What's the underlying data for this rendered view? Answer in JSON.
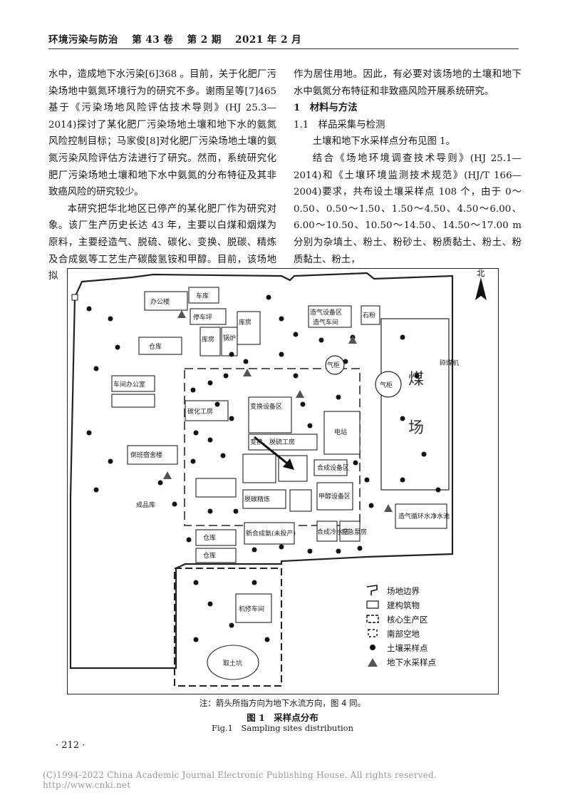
{
  "header": {
    "journal": "环境污染与防治",
    "volume": "第 43 卷",
    "issue": "第 2 期",
    "date": "2021 年 2 月"
  },
  "left_column": {
    "p1": "水中，造成地下水污染[6]368 。目前，关于化肥厂污染场地中氨氮环境行为的研究不多。谢雨呈等[7]465基于《污染场地风险评估技术导则》(HJ 25.3—2014)探讨了某化肥厂污染场地土壤和地下水的氨氮风险控制目标；马家俊[8]对化肥厂污染场地土壤的氨氮污染风险评估方法进行了研究。然而，系统研究化肥厂污染场地土壤和地下水中氨氮的分布特征及其非致癌风险的研究较少。",
    "p2": "本研究把华北地区已停产的某化肥厂作为研究对象。该厂生产历史长达 43 年，主要以白煤和烟煤为原料，主要经造气、脱硫、碳化、变换、脱碳、精炼及合成氨等工艺生产碳酸氢铵和甲醇。目前，该场地拟"
  },
  "right_column": {
    "p1": "作为居住用地。因此，有必要对该场地的土壤和地下水中氨氮分布特征和非致癌风险开展系统研究。",
    "section": "1　材料与方法",
    "subsection": "1.1　样品采集与检测",
    "p2": "土壤和地下水采样点分布见图 1。",
    "p3": "结合《场地环境调查技术导则》(HJ 25.1—2014)和《土壤环境监测技术规范》(HJ/T 166—2004)要求，共布设土壤采样点 108 个，由于 0～0.50、0.50～1.50、1.50～4.50、4.50～6.00、6.00～10.50、10.50～14.50、14.50～17.00 m 分别为杂填土、粉土、粉砂土、粉质黏土、粉土、粉质黏土、粉土，"
  },
  "figure": {
    "north": "北",
    "labels": {
      "office": "办公楼",
      "warehouse1": "仓库",
      "garage": "车库",
      "parking": "停车坪",
      "storage1": "库房",
      "storage2": "库房",
      "storage3": "库房",
      "boiler": "锅炉",
      "gas_area": "造气设备区",
      "gas_workshop": "造气车间",
      "stone": "石粉",
      "coal": "煤",
      "yard": "场",
      "crusher": "碎煤机",
      "gas_tank1": "气柜",
      "gas_tank2": "气柜",
      "workshop_office": "车间办公室",
      "carbon": "碳化工房",
      "convert": "变换、脱硫工房",
      "convert_area": "变换设备区",
      "power": "电站",
      "dorm": "倒班宿舍楼",
      "product": "成品库",
      "warehouse2": "仓库",
      "warehouse3": "仓库",
      "synth": "新合成氨(未投产)",
      "water": "合成冷水塔",
      "emergency": "应急泵房",
      "cycle_pool": "造气循环水净水池",
      "repair": "机修车间",
      "pit": "取土坑",
      "synthesis_area": "合成设备区",
      "refine": "脱碳精炼",
      "methanol": "甲醇设备区"
    },
    "legend": [
      {
        "icon": "boundary-icon",
        "label": "场地边界"
      },
      {
        "icon": "building-icon",
        "label": "建构筑物"
      },
      {
        "icon": "core-zone-icon",
        "label": "核心生产区"
      },
      {
        "icon": "south-zone-icon",
        "label": "南部空地"
      },
      {
        "icon": "soil-point-icon",
        "label": "土壤采样点"
      },
      {
        "icon": "groundwater-point-icon",
        "label": "地下水采样点"
      }
    ],
    "note": "注：箭头所指方向为地下水流方向，图 4 同。",
    "caption_cn": "图 1　采样点分布",
    "caption_en": "Fig.1　Sampling sites distribution"
  },
  "page_number": "· 212 ·",
  "footer": "(C)1994-2022 China Academic Journal Electronic Publishing House. All rights reserved.    http://www.cnki.net"
}
